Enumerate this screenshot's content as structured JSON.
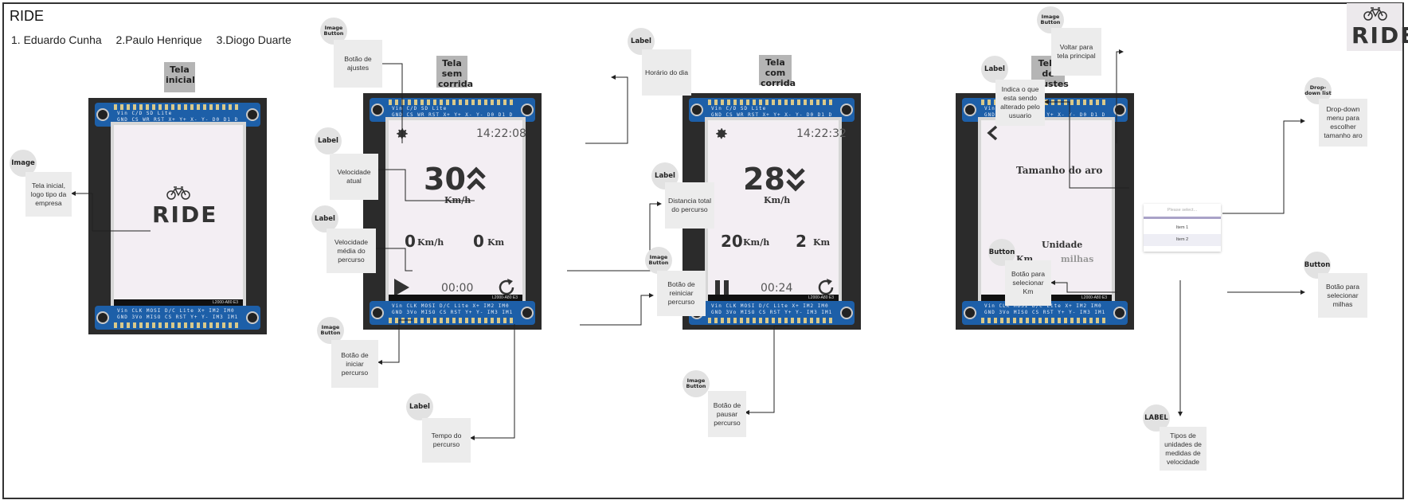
{
  "header": {
    "title": "RIDE",
    "team": [
      "1. Eduardo Cunha",
      "2.Paulo Henrique",
      "3.Diogo Duarte"
    ]
  },
  "brand_logo": "RIDE",
  "colors": {
    "pcb": "#1d5fa8",
    "device_frame": "#2b2b2b",
    "screen": "#f3eef3",
    "note_bg": "#ececec",
    "title_bg": "#b5b5b5"
  },
  "screens": {
    "inicial": {
      "title": "Tela inicial",
      "logo": "RIDE",
      "logo_icon": "bicycle-icon"
    },
    "sem_corrida": {
      "title": "Tela sem corrida",
      "clock": "14:22:08",
      "speed": "30",
      "speed_unit": "Km/h",
      "trend_icon": "double-chevron-up-icon",
      "avg_speed": "0",
      "avg_unit": "Km/h",
      "distance": "0",
      "distance_unit": "Km",
      "timer": "00:00",
      "settings_icon": "gear-icon",
      "play_icon": "play-icon",
      "restart_icon": "restart-icon"
    },
    "com_corrida": {
      "title": "Tela com corrida",
      "clock": "14:22:32",
      "speed": "28",
      "speed_unit": "Km/h",
      "trend_icon": "double-chevron-down-icon",
      "avg_speed": "20",
      "avg_unit": "Km/h",
      "distance": "2",
      "distance_unit": "Km",
      "timer": "00:24",
      "settings_icon": "gear-icon",
      "pause_icon": "pause-icon",
      "restart_icon": "restart-icon"
    },
    "ajustes": {
      "title": "Tela de ajustes",
      "back_icon": "chevron-left-icon",
      "rim_label": "Tamanho do aro",
      "dropdown_placeholder": "Please select...",
      "dropdown_items": [
        "Item 1",
        "Item 2"
      ],
      "unit_label": "Unidade",
      "opt_km": "Km",
      "opt_miles": "milhas"
    }
  },
  "annotations": {
    "a1": {
      "tag": "Image",
      "text": "Tela inicial, logo tipo da empresa"
    },
    "a2": {
      "tag": "Image Button",
      "text": "Botão de ajustes"
    },
    "a3": {
      "tag": "Label",
      "text": "Velocidade atual"
    },
    "a4": {
      "tag": "Label",
      "text": "Velocidade média do percurso"
    },
    "a5": {
      "tag": "Image Button",
      "text": "Botão de iniciar percurso"
    },
    "a6": {
      "tag": "Label",
      "text": "Tempo do percurso"
    },
    "a7": {
      "tag": "Label",
      "text": "Horário do dia"
    },
    "a8": {
      "tag": "Label",
      "text": "Distancia total do percurso"
    },
    "a9": {
      "tag": "Image Button",
      "text": "Botão de reiniciar percurso"
    },
    "a10": {
      "tag": "Image Button",
      "text": "Botão de pausar percurso"
    },
    "a11": {
      "tag": "Label",
      "text": "Indica o que esta sendo alterado pelo usuario"
    },
    "a12": {
      "tag": "Image Button",
      "text": "Voltar para tela principal"
    },
    "a13": {
      "tag": "Drop-down list",
      "text": "Drop-down menu para escolher tamanho aro"
    },
    "a14": {
      "tag": "Button",
      "text": "Botão para selecionar Km"
    },
    "a15": {
      "tag": "Button",
      "text": "Botão para selecionar milhas"
    },
    "a16": {
      "tag": "LABEL",
      "text": "Tipos de unidades de medidas de velocidade"
    }
  },
  "pcb_labels": {
    "top_row1": "Vin  C/D  SD  Lite",
    "top_row2": "GND  CS  WR  RST  X+ Y+ X- Y- D0 D1 D2 D3 D4 D5 D6 D7",
    "bottom_row1": "Vin  CLK  MOSI  D/C  Lite  X+  IM2  IM0  CD",
    "bottom_row2": "GND  3Vo  MISO  CS  RST  Y+  Y-  IM3  IM1  CCS",
    "ribbon": "L2000-A80  E3"
  }
}
